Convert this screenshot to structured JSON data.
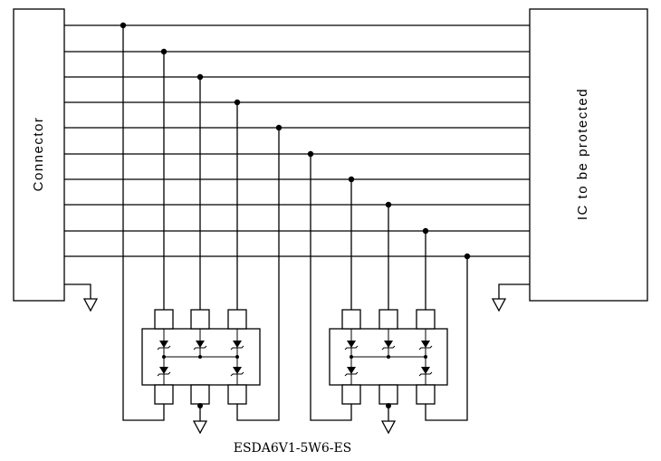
{
  "diagram": {
    "connector_label": "Connector",
    "ic_label": "IC to be protected",
    "part_label": "ESDA6V1-5W6-ES"
  }
}
